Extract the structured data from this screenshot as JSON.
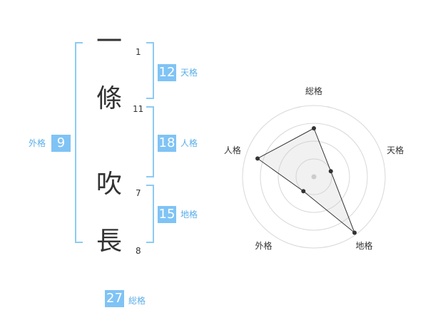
{
  "name": {
    "chars": [
      {
        "char": "一",
        "strokes": "1"
      },
      {
        "char": "條",
        "strokes": "11"
      },
      {
        "char": "吹",
        "strokes": "7"
      },
      {
        "char": "長",
        "strokes": "8"
      }
    ]
  },
  "kaku": {
    "tenkaku": {
      "value": "12",
      "label": "天格"
    },
    "jinkaku": {
      "value": "18",
      "label": "人格"
    },
    "chikaku": {
      "value": "15",
      "label": "地格"
    },
    "gaikaku": {
      "value": "9",
      "label": "外格"
    },
    "soukaku": {
      "value": "27",
      "label": "総格"
    }
  },
  "colors": {
    "accent": "#7fc3f5",
    "bracket": "#8ccbf3",
    "text": "#333333"
  },
  "chart_data": {
    "type": "radar",
    "axes": [
      "総格",
      "天格",
      "地格",
      "外格",
      "人格"
    ],
    "values": [
      0.68,
      0.25,
      0.97,
      0.25,
      0.83
    ],
    "rings": 4,
    "grid": true
  }
}
